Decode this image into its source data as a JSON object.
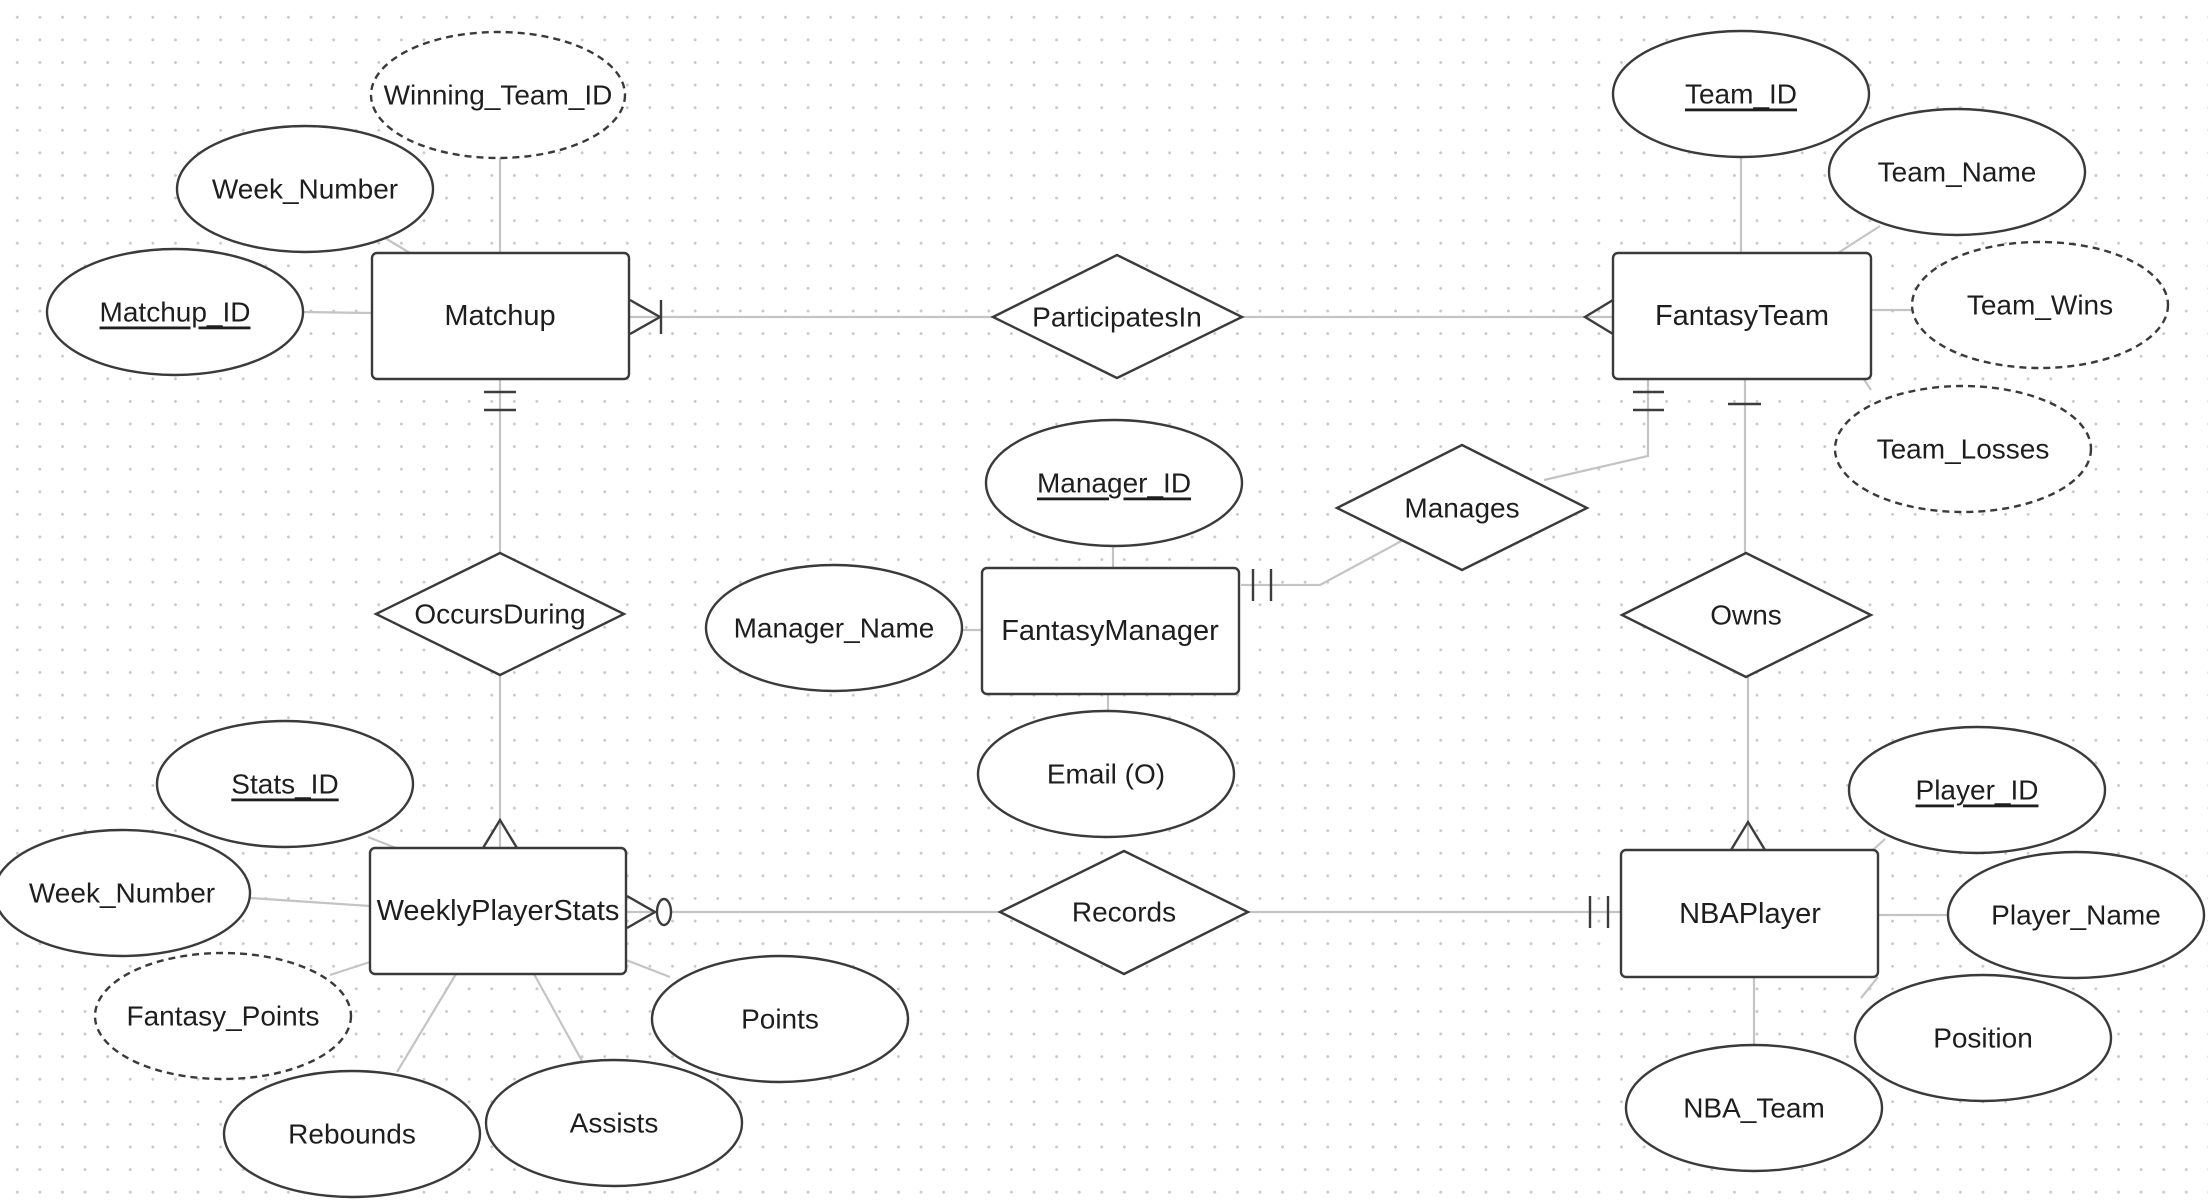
{
  "entities": [
    {
      "id": "matchup",
      "label": "Matchup"
    },
    {
      "id": "fantasyteam",
      "label": "FantasyTeam"
    },
    {
      "id": "fantasymanager",
      "label": "FantasyManager"
    },
    {
      "id": "weeklyplayerstats",
      "label": "WeeklyPlayerStats"
    },
    {
      "id": "nbaplayer",
      "label": "NBAPlayer"
    }
  ],
  "relationships": [
    {
      "id": "participatesin",
      "label": "ParticipatesIn"
    },
    {
      "id": "manages",
      "label": "Manages"
    },
    {
      "id": "occursduring",
      "label": "OccursDuring"
    },
    {
      "id": "owns",
      "label": "Owns"
    },
    {
      "id": "records",
      "label": "Records"
    }
  ],
  "attributes": [
    {
      "id": "winning_team_id",
      "label": "Winning_Team_ID",
      "entity": "matchup",
      "key": false,
      "derived": true
    },
    {
      "id": "week_number_m",
      "label": "Week_Number",
      "entity": "matchup",
      "key": false,
      "derived": false
    },
    {
      "id": "matchup_id",
      "label": "Matchup_ID",
      "entity": "matchup",
      "key": true,
      "derived": false
    },
    {
      "id": "team_id",
      "label": "Team_ID",
      "entity": "fantasyteam",
      "key": true,
      "derived": false
    },
    {
      "id": "team_name",
      "label": "Team_Name",
      "entity": "fantasyteam",
      "key": false,
      "derived": false
    },
    {
      "id": "team_wins",
      "label": "Team_Wins",
      "entity": "fantasyteam",
      "key": false,
      "derived": true
    },
    {
      "id": "team_losses",
      "label": "Team_Losses",
      "entity": "fantasyteam",
      "key": false,
      "derived": true
    },
    {
      "id": "manager_id",
      "label": "Manager_ID",
      "entity": "fantasymanager",
      "key": true,
      "derived": false
    },
    {
      "id": "manager_name",
      "label": "Manager_Name",
      "entity": "fantasymanager",
      "key": false,
      "derived": false
    },
    {
      "id": "email",
      "label": "Email (O)",
      "entity": "fantasymanager",
      "key": false,
      "derived": false
    },
    {
      "id": "stats_id",
      "label": "Stats_ID",
      "entity": "weeklyplayerstats",
      "key": true,
      "derived": false
    },
    {
      "id": "week_number_s",
      "label": "Week_Number",
      "entity": "weeklyplayerstats",
      "key": false,
      "derived": false
    },
    {
      "id": "fantasy_points",
      "label": "Fantasy_Points",
      "entity": "weeklyplayerstats",
      "key": false,
      "derived": true
    },
    {
      "id": "rebounds",
      "label": "Rebounds",
      "entity": "weeklyplayerstats",
      "key": false,
      "derived": false
    },
    {
      "id": "assists",
      "label": "Assists",
      "entity": "weeklyplayerstats",
      "key": false,
      "derived": false
    },
    {
      "id": "points",
      "label": "Points",
      "entity": "weeklyplayerstats",
      "key": false,
      "derived": false
    },
    {
      "id": "player_id",
      "label": "Player_ID",
      "entity": "nbaplayer",
      "key": true,
      "derived": false
    },
    {
      "id": "player_name",
      "label": "Player_Name",
      "entity": "nbaplayer",
      "key": false,
      "derived": false
    },
    {
      "id": "position",
      "label": "Position",
      "entity": "nbaplayer",
      "key": false,
      "derived": false
    },
    {
      "id": "nba_team",
      "label": "NBA_Team",
      "entity": "nbaplayer",
      "key": false,
      "derived": false
    }
  ],
  "connections": [
    {
      "from": "matchup",
      "via": "participatesin",
      "to": "fantasyteam",
      "from_cardinality": "one-or-many",
      "to_cardinality": "many"
    },
    {
      "from": "fantasymanager",
      "via": "manages",
      "to": "fantasyteam",
      "from_cardinality": "exactly-one",
      "to_cardinality": "exactly-one"
    },
    {
      "from": "matchup",
      "via": "occursduring",
      "to": "weeklyplayerstats",
      "from_cardinality": "exactly-one",
      "to_cardinality": "many"
    },
    {
      "from": "fantasyteam",
      "via": "owns",
      "to": "nbaplayer",
      "from_cardinality": "one",
      "to_cardinality": "many"
    },
    {
      "from": "weeklyplayerstats",
      "via": "records",
      "to": "nbaplayer",
      "from_cardinality": "zero-or-many",
      "to_cardinality": "exactly-one"
    }
  ],
  "colors": {
    "line": "#c4c4c4",
    "stroke": "#3a3a3a",
    "text": "#1e1e1e",
    "dots": "#c9c9c9"
  }
}
